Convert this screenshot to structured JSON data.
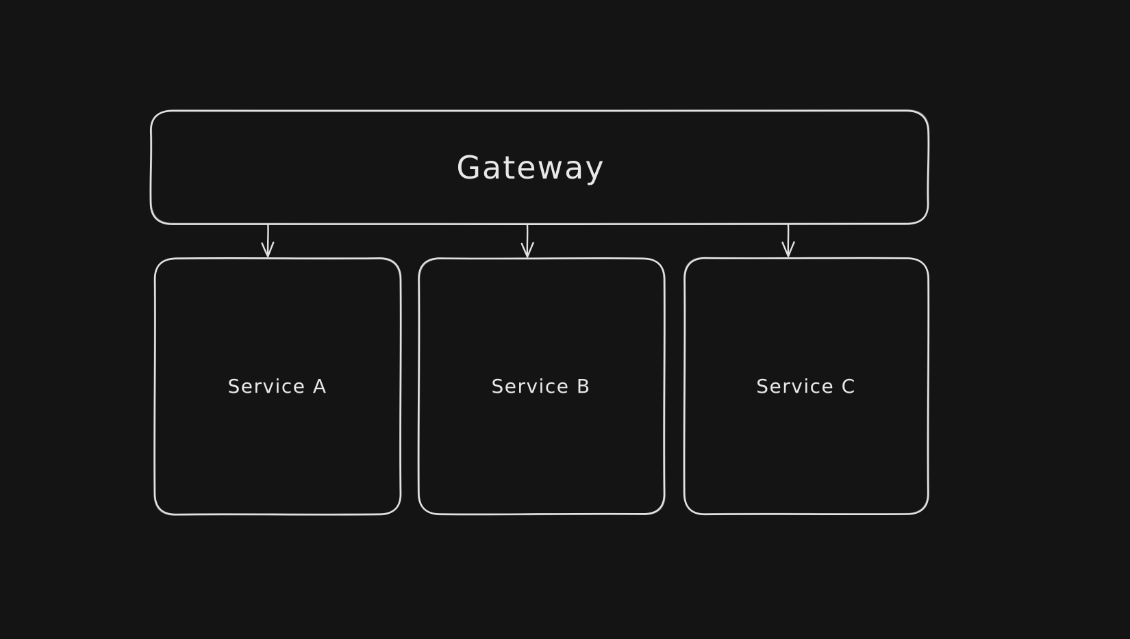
{
  "canvas": {
    "background_color": "#141414",
    "stroke_color": "#e2e2e2",
    "text_color": "#e8e8e8"
  },
  "diagram": {
    "type": "architecture-flowchart",
    "style": "hand-drawn",
    "nodes": [
      {
        "id": "gateway",
        "label": "Gateway",
        "row": "top"
      },
      {
        "id": "service-a",
        "label": "Service A",
        "row": "bottom"
      },
      {
        "id": "service-b",
        "label": "Service B",
        "row": "bottom"
      },
      {
        "id": "service-c",
        "label": "Service C",
        "row": "bottom"
      }
    ],
    "edges": [
      {
        "from": "gateway",
        "to": "service-a",
        "direction": "down",
        "arrowhead": "v"
      },
      {
        "from": "gateway",
        "to": "service-b",
        "direction": "down",
        "arrowhead": "v"
      },
      {
        "from": "gateway",
        "to": "service-c",
        "direction": "down",
        "arrowhead": "v"
      }
    ]
  }
}
